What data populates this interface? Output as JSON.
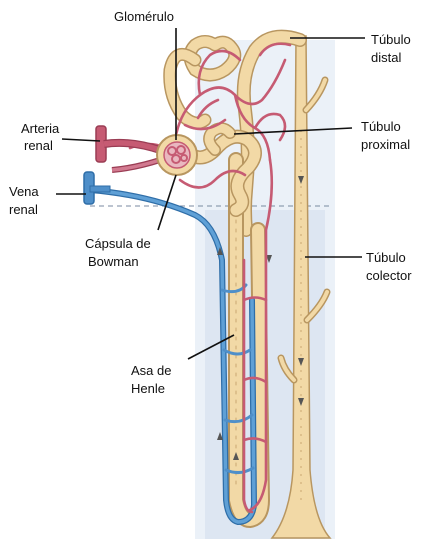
{
  "labels": {
    "glomerulo": "Glomérulo",
    "arteria_l1": "Arteria",
    "arteria_l2": "renal",
    "vena_l1": "Vena",
    "vena_l2": "renal",
    "capsula_l1": "Cápsula de",
    "capsula_l2": "Bowman",
    "asa_l1": "Asa de",
    "asa_l2": "Henle",
    "distal_l1": "Túbulo",
    "distal_l2": "distal",
    "proximal_l1": "Túbulo",
    "proximal_l2": "proximal",
    "colector_l1": "Túbulo",
    "colector_l2": "colector"
  },
  "colors": {
    "tubule": "#f2d9a6",
    "tubule_edge": "#b89660",
    "artery": "#c65b73",
    "vein": "#4f8fc9",
    "shade": "#d7e2ef"
  }
}
